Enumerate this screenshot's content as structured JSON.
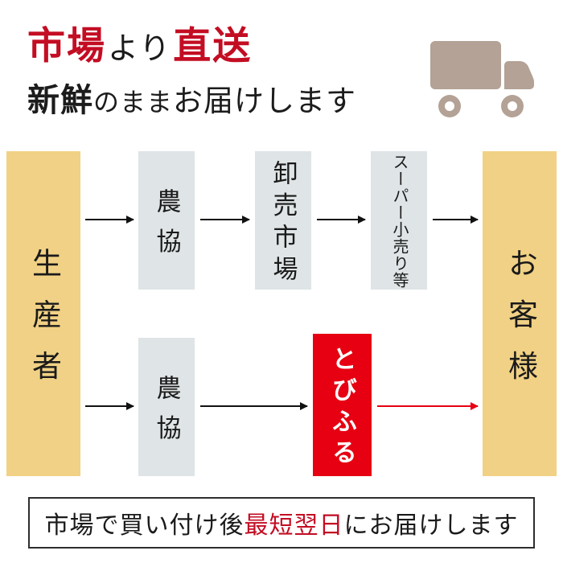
{
  "colors": {
    "accent_red_text": "#c30d23",
    "brand_red_box": "#e60012",
    "producer_customer_yellow": "#f1d185",
    "intermediate_gray": "#dfe4e6",
    "truck_taupe": "#b3a295",
    "arrow_black": "#111111"
  },
  "header": {
    "title": {
      "part1": "市場",
      "part2": "より",
      "part3": "直送"
    },
    "subtitle": {
      "part1": "新鮮",
      "part2": "のまま",
      "part3": "お届けします"
    },
    "truck_icon": "delivery-truck-icon"
  },
  "diagram": {
    "producer_label": "生産者",
    "customer_label": "お客様",
    "market_route": {
      "step1": "農協",
      "step2": "卸売市場",
      "step3": "スーパー小売り等"
    },
    "direct_route": {
      "step1": "農協",
      "step2": "とびふる"
    }
  },
  "footer": {
    "part1": "市場で買い付け後",
    "highlight": "最短翌日",
    "part2": "にお届けします"
  }
}
